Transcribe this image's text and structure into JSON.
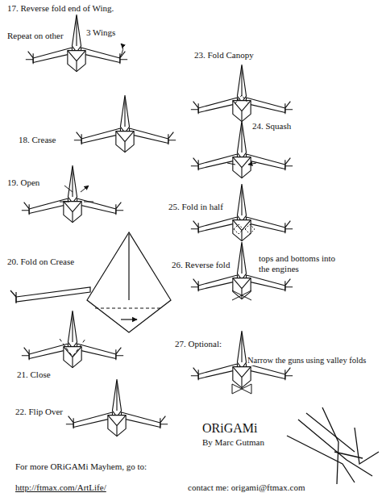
{
  "diagram": {
    "labels": [
      "17. Reverse fold end of Wing.",
      "Repeat on other",
      "3 Wings",
      "18. Crease",
      "19. Open",
      "20. Fold on Crease",
      "21. Close",
      "22. Flip Over",
      "23. Fold Canopy",
      "24. Squash",
      "25. Fold in half",
      "26. Reverse fold",
      "tops and bottoms into the engines",
      "27. Optional:",
      "Narrow the guns using valley folds",
      "ORiGAMi",
      "By Marc Gutman",
      "For more ORiGAMi Mayhem, go to:",
      "http://ftmax.com/ArtLife/",
      "contact me: origami@ftmax.com"
    ]
  }
}
